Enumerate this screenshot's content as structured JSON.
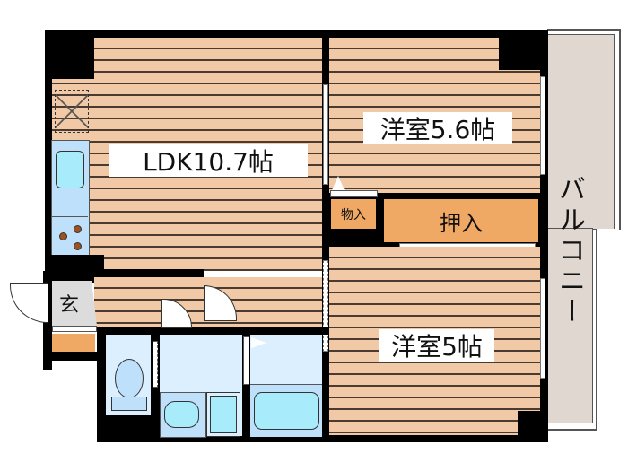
{
  "floor_plan": {
    "rooms": {
      "ldk": {
        "label": "LDK10.7帖",
        "type": "living-dining-kitchen",
        "size_jo": 10.7
      },
      "western1": {
        "label": "洋室5.6帖",
        "type": "western-room",
        "size_jo": 5.6
      },
      "western2": {
        "label": "洋室5帖",
        "type": "western-room",
        "size_jo": 5
      },
      "oshiire": {
        "label": "押入",
        "type": "closet"
      },
      "monoire": {
        "label": "物入",
        "type": "storage"
      },
      "genkan": {
        "label": "玄",
        "type": "entrance"
      },
      "balcony": {
        "label": "バルコニー",
        "type": "balcony"
      }
    },
    "colors": {
      "floor": "#f2c9a6",
      "floor_lines": "#4a3b30",
      "closet": "#f0a865",
      "wet_area": "#dcefff",
      "fixture": "#a8ecfb",
      "balcony": "#e0d8d0",
      "entrance": "#dcdcdc",
      "wall": "#000000"
    }
  }
}
